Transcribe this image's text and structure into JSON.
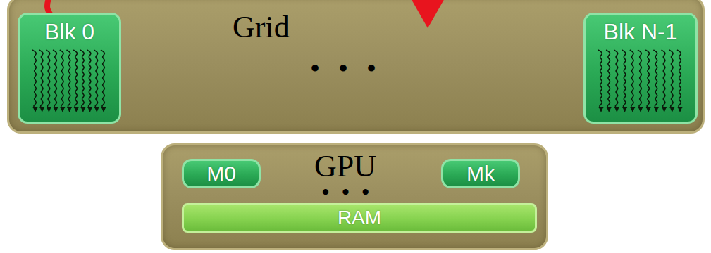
{
  "diagram": {
    "nodes": [
      {
        "text": [
          "Grid"
        ]
      },
      {
        "text": [
          "Blk 0"
        ],
        "in": 0
      },
      {
        "text": [
          "Blk N-1"
        ],
        "in": 0
      },
      {
        "text": [
          "GPU"
        ]
      },
      {
        "text": [
          "M0"
        ],
        "in": 3
      },
      {
        "text": [
          "Mk"
        ],
        "in": 3
      },
      {
        "text": [
          "RAM"
        ],
        "in": 3
      }
    ],
    "labels": [
      "• • •",
      "• • •"
    ]
  }
}
